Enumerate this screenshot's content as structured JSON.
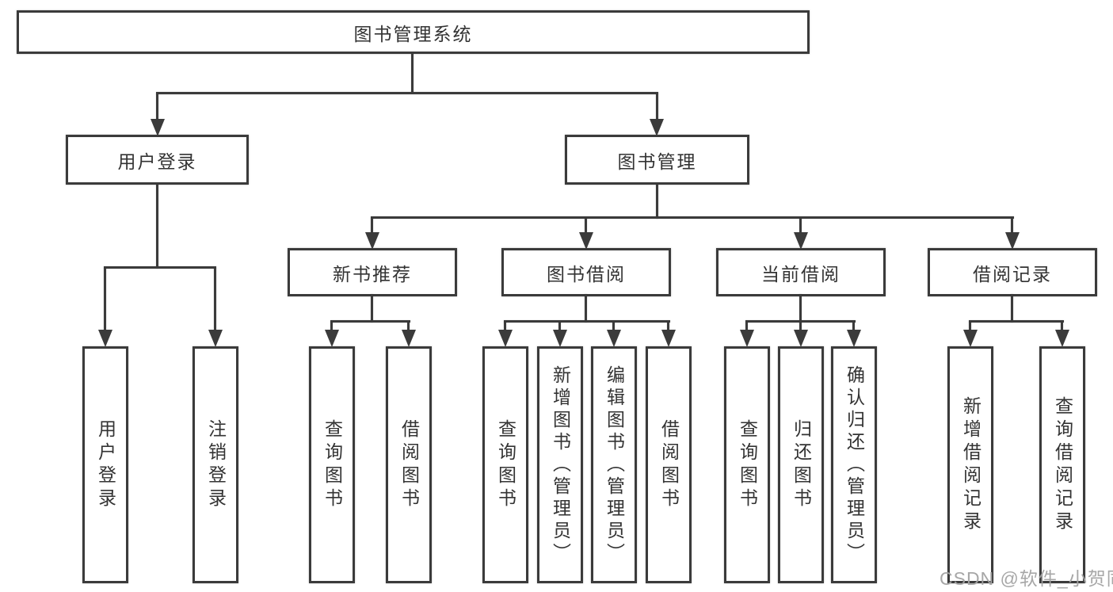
{
  "diagram": {
    "title": "图书管理系统",
    "nodes": {
      "root": "图书管理系统",
      "level1": [
        "用户登录",
        "图书管理"
      ],
      "level2": [
        "新书推荐",
        "图书借阅",
        "当前借阅",
        "借阅记录"
      ],
      "leaves": [
        "用户登录",
        "注销登录",
        "查询图书",
        "借阅图书",
        "查询图书",
        "新增图书（管理员）",
        "编辑图书（管理员）",
        "借阅图书",
        "查询图书",
        "归还图书",
        "确认归还（管理员）",
        "新增借阅记录",
        "查询借阅记录"
      ]
    },
    "colors": {
      "line": "#3b3b3b",
      "box_border": "#3b3b3b",
      "text": "#333333",
      "background": "#ffffff",
      "watermark": "#a2a2a2"
    }
  },
  "watermark": {
    "text": "CSDN @软件_小贺同学"
  }
}
